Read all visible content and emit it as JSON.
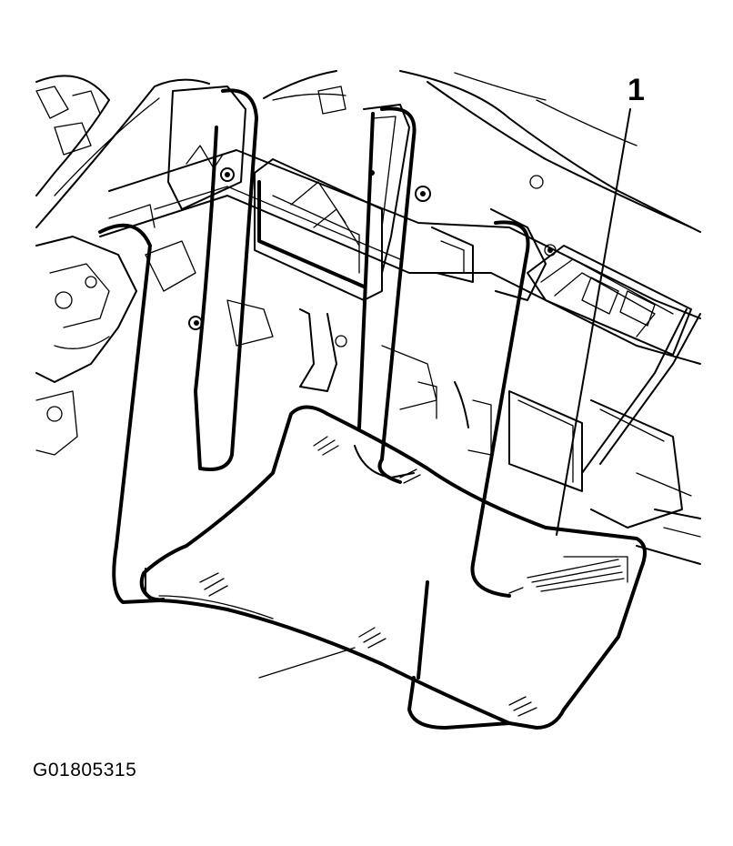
{
  "callout": {
    "label": "1"
  },
  "figure": {
    "id": "G01805315"
  },
  "illustration": {
    "subject": "instrument-panel-carrier-with-wiring-harness"
  }
}
